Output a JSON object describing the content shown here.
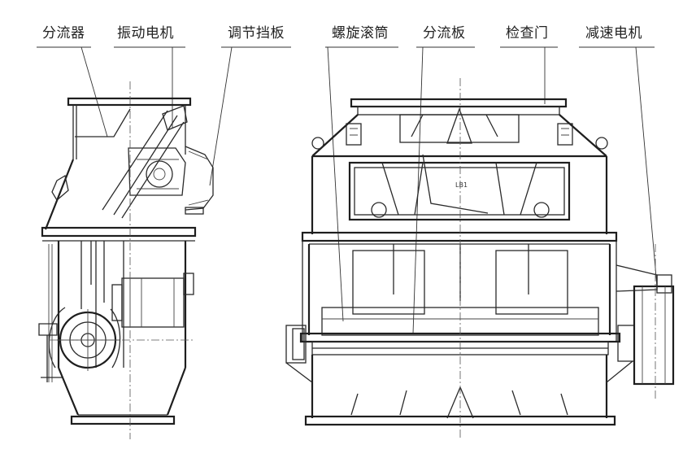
{
  "labels": {
    "diverter": "分流器",
    "vibration_motor": "振动电机",
    "adjust_baffle": "调节挡板",
    "spiral_drum": "螺旋滚筒",
    "diverter_plate": "分流板",
    "inspection_door": "检查门",
    "reducer_motor": "减速电机"
  },
  "drum_mark": "LB1"
}
